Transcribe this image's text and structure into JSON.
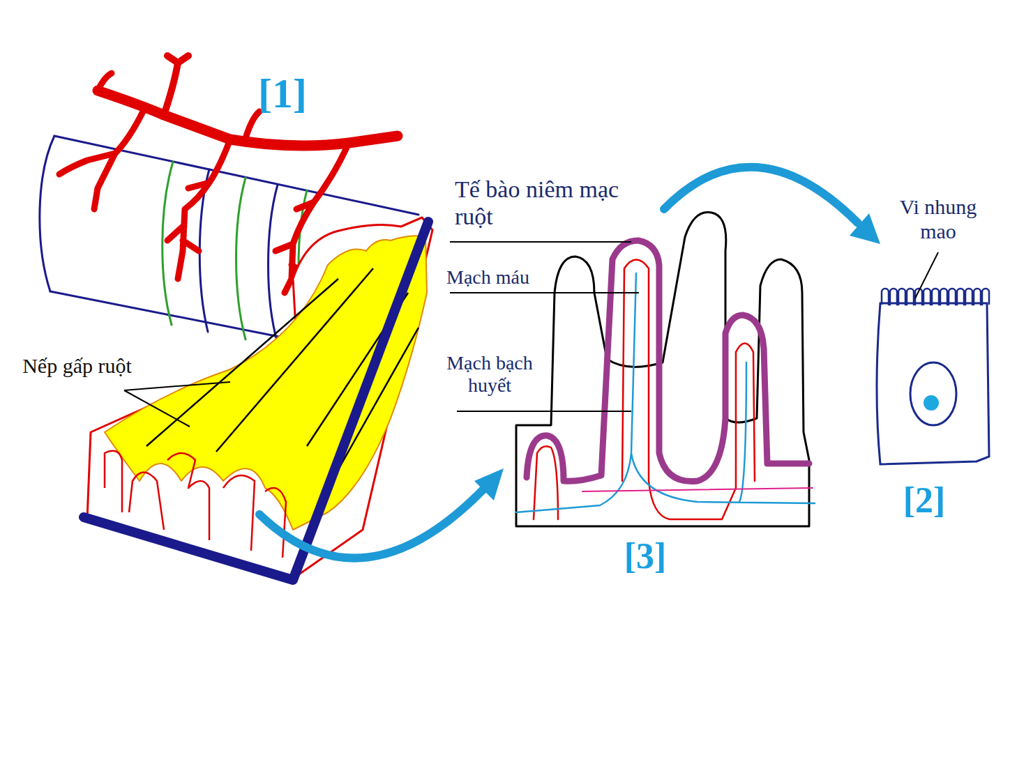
{
  "diagram": {
    "labels": [
      "[1]",
      "Tế bào niêm mạc ruột",
      "Vi nhung mao",
      "Mạch máu",
      "Mạch bạch huyết",
      "Nếp gấp ruột",
      "[2]",
      "[3]"
    ]
  }
}
